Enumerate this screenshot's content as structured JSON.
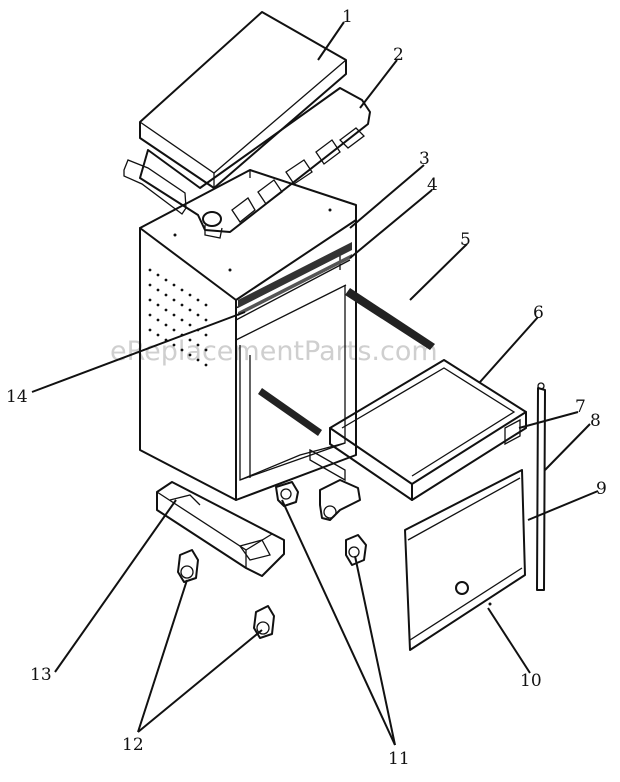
{
  "watermark": "eReplacementParts.com",
  "callouts": [
    "1",
    "2",
    "3",
    "4",
    "5",
    "6",
    "7",
    "8",
    "9",
    "10",
    "11",
    "12",
    "13",
    "14"
  ],
  "colors": {
    "line": "#111111",
    "watermark": "#cfcfcf",
    "background": "#ffffff"
  }
}
